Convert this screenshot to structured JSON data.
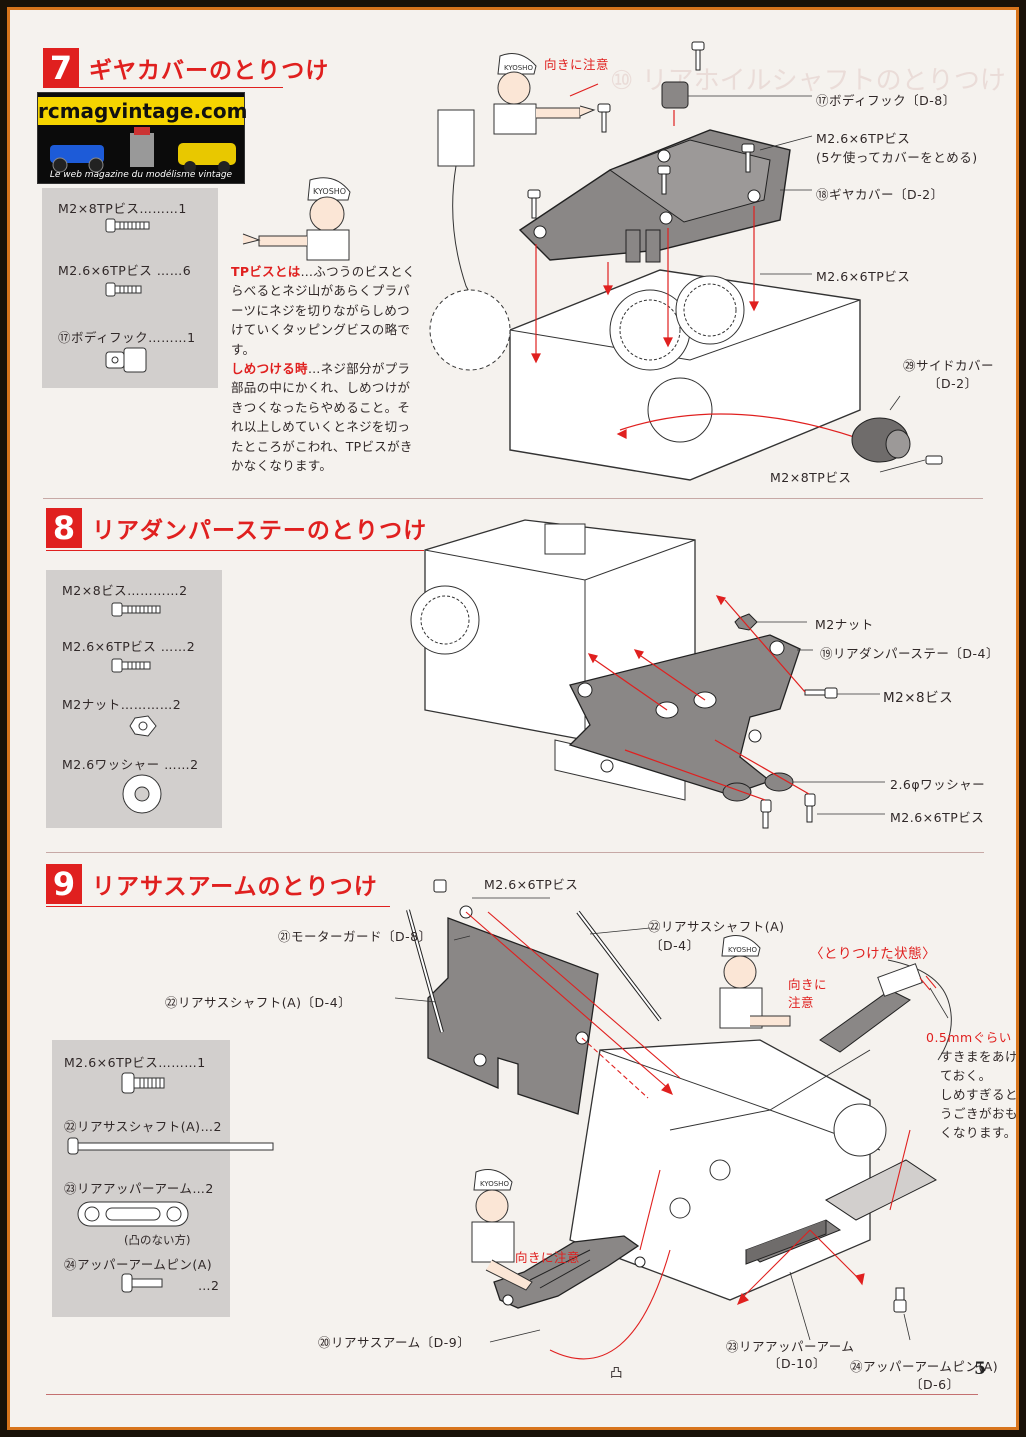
{
  "watermark": {
    "site": "rcmagvintage.com",
    "tagline": "Le web magazine du modélisme vintage"
  },
  "step7": {
    "number": "7",
    "title": "ギヤカバーのとりつけ",
    "parts": [
      {
        "label": "M2×8TPビス………1"
      },
      {
        "label": "M2.6×6TPビス ……6"
      },
      {
        "label": "⑰ボディフック………1"
      }
    ],
    "note": {
      "tp_head": "TPビスとは",
      "tp_body": "…ふつうのビスとくらべるとネジ山があらくプラパーツにネジを切りながらしめつけていくタッピングビスの略です。",
      "tighten_head": "しめつける時",
      "tighten_body": "…ネジ部分がプラ部品の中にかくれ、しめつけがきつくなったらやめること。それ以上しめていくとネジを切ったところがこわれ、TPビスがきかなくなります。"
    },
    "callouts": {
      "caution": "向きに注意",
      "body_hook": "⑰ボディフック〔D-8〕",
      "screws_a": "M2.6×6TPビス",
      "screws_a_note": "(5ケ使ってカバーをとめる)",
      "gear_cover": "⑱ギヤカバー〔D-2〕",
      "screws_b": "M2.6×6TPビス",
      "side_cover": "㉙サイドカバー",
      "side_cover_ref": "〔D-2〕",
      "screw_m2": "M2×8TPビス"
    }
  },
  "step8": {
    "number": "8",
    "title": "リアダンパーステーのとりつけ",
    "parts": [
      {
        "label": "M2×8ビス…………2"
      },
      {
        "label": "M2.6×6TPビス ……2"
      },
      {
        "label": "M2ナット…………2"
      },
      {
        "label": "M2.6ワッシャー ……2"
      }
    ],
    "callouts": {
      "nut": "M2ナット",
      "stay": "⑲リアダンパーステー〔D-4〕",
      "screw_m2": "M2×8ビス",
      "washer": "2.6φワッシャー",
      "screw_tp": "M2.6×6TPビス"
    }
  },
  "step9": {
    "number": "9",
    "title": "リアサスアームのとりつけ",
    "parts": [
      {
        "label": "M2.6×6TPビス………1"
      },
      {
        "label": "㉒リアサスシャフト(A)…2"
      },
      {
        "label": "㉓リアアッパーアーム…2"
      },
      {
        "label": "(凸のない方)"
      },
      {
        "label": "㉔アッパーアームピン(A)"
      },
      {
        "label": "…2"
      }
    ],
    "callouts": {
      "screw_top": "M2.6×6TPビス",
      "motor_guard": "㉑モーターガード〔D-8〕",
      "shaft_right": "㉒リアサスシャフト(A)",
      "shaft_right_ref": "〔D-4〕",
      "shaft_left": "㉒リアサスシャフト(A)〔D-4〕",
      "installed_state": "〈とりつけた状態〉",
      "caution_a1": "向きに",
      "caution_a2": "注意",
      "gap_note": [
        "0.5mmぐらい",
        "すきまをあけ",
        "ておく。",
        "しめすぎると",
        "うごきがおも",
        "くなります。"
      ],
      "caution_b": "向きに注意",
      "rear_sus_arm": "⑳リアサスアーム〔D-9〕",
      "convex": "凸",
      "upper_arm": "㉓リアアッパーアーム",
      "upper_arm_ref": "〔D-10〕",
      "upper_pin": "㉔アッパーアームピン(A)",
      "upper_pin_ref": "〔D-6〕"
    }
  },
  "page_number": "5",
  "colors": {
    "accent": "#e0201f",
    "panel": "#d2cfcd",
    "paper": "#f5f2ee",
    "border": "#d8751c"
  }
}
